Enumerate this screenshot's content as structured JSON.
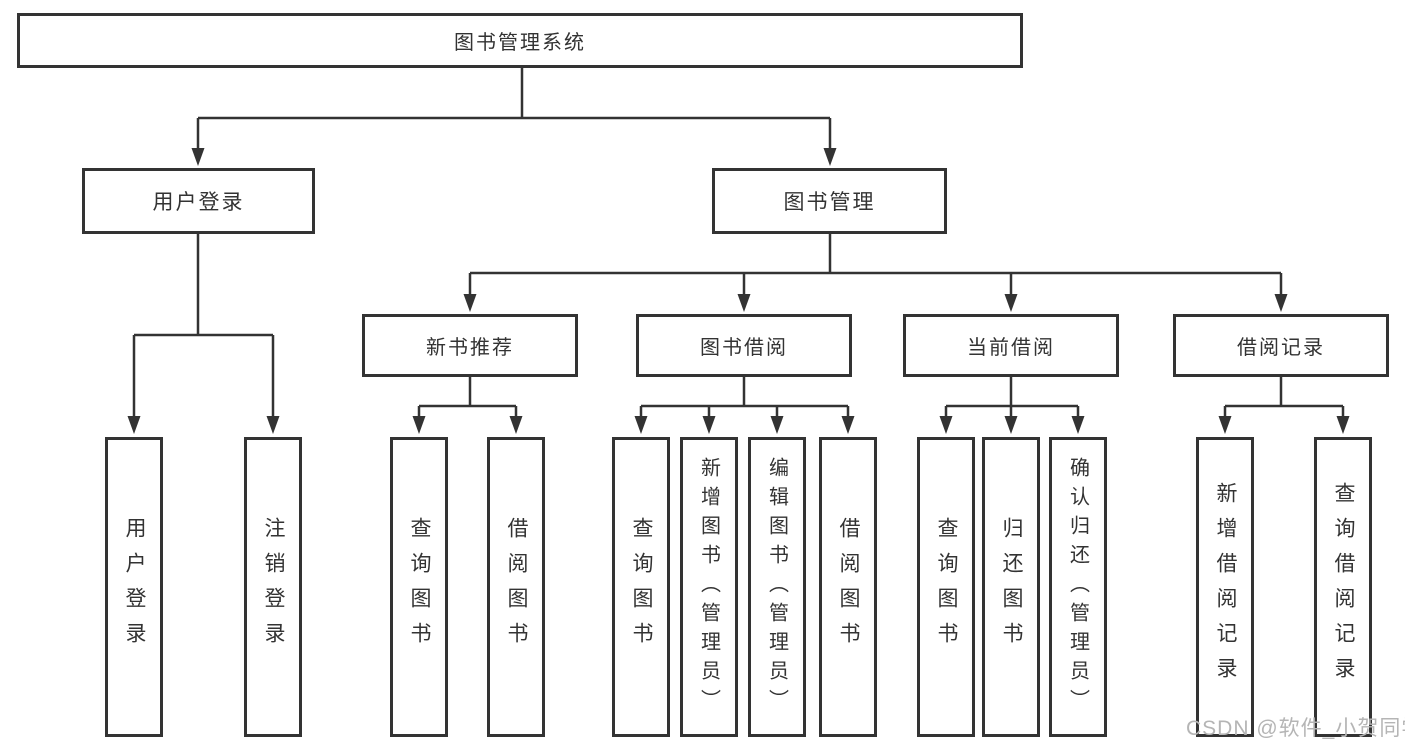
{
  "diagram": {
    "root": {
      "label": "图书管理系统"
    },
    "branches": [
      {
        "label": "用户登录",
        "leaves": [
          {
            "label": "用户登录"
          },
          {
            "label": "注销登录"
          }
        ]
      },
      {
        "label": "图书管理",
        "groups": [
          {
            "label": "新书推荐",
            "leaves": [
              {
                "label": "查询图书"
              },
              {
                "label": "借阅图书"
              }
            ]
          },
          {
            "label": "图书借阅",
            "leaves": [
              {
                "label": "查询图书"
              },
              {
                "label": "新增图书（管理员）"
              },
              {
                "label": "编辑图书（管理员）"
              },
              {
                "label": "借阅图书"
              }
            ]
          },
          {
            "label": "当前借阅",
            "leaves": [
              {
                "label": "查询图书"
              },
              {
                "label": "归还图书"
              },
              {
                "label": "确认归还（管理员）"
              }
            ]
          },
          {
            "label": "借阅记录",
            "leaves": [
              {
                "label": "新增借阅记录"
              },
              {
                "label": "查询借阅记录"
              }
            ]
          }
        ]
      }
    ]
  },
  "watermark": {
    "text": "CSDN @软件_小贺同学"
  },
  "colors": {
    "line": "#333333",
    "box_border": "#333333",
    "box_fill": "#ffffff",
    "text": "#333333",
    "watermark": "#b5b5b5",
    "background": "#ffffff"
  }
}
